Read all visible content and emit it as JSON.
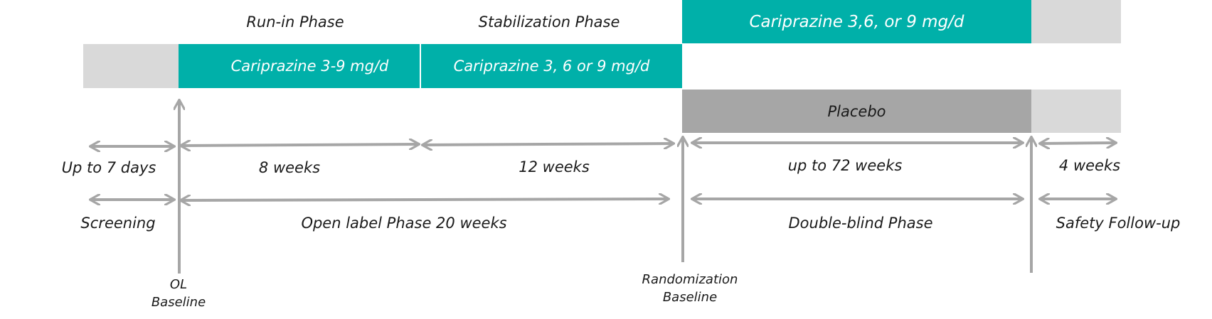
{
  "colors": {
    "drug": "#00b0a9",
    "placebo": "#a6a6a6",
    "neutral": "#d9d9d9",
    "arrow": "#a6a6a6"
  },
  "phases": {
    "run_in": "Run-in Phase",
    "stabilization": "Stabilization Phase"
  },
  "bars": {
    "db_drug": "Cariprazine 3,6, or 9 mg/d",
    "run_in_drug": "Cariprazine 3-9 mg/d",
    "stab_drug": "Cariprazine 3, 6 or 9 mg/d",
    "placebo": "Placebo"
  },
  "durations": {
    "screening": "Up to 7 days",
    "run_in": "8 weeks",
    "stabilization": "12 weeks",
    "double_blind": "up to 72 weeks",
    "follow_up": "4 weeks"
  },
  "periods": {
    "screening": "Screening",
    "open_label": "Open label Phase 20 weeks",
    "double_blind": "Double-blind Phase",
    "follow_up": "Safety Follow-up"
  },
  "milestones": {
    "ol_1": "OL",
    "ol_2": "Baseline",
    "rand_1": "Randomization",
    "rand_2": "Baseline"
  }
}
